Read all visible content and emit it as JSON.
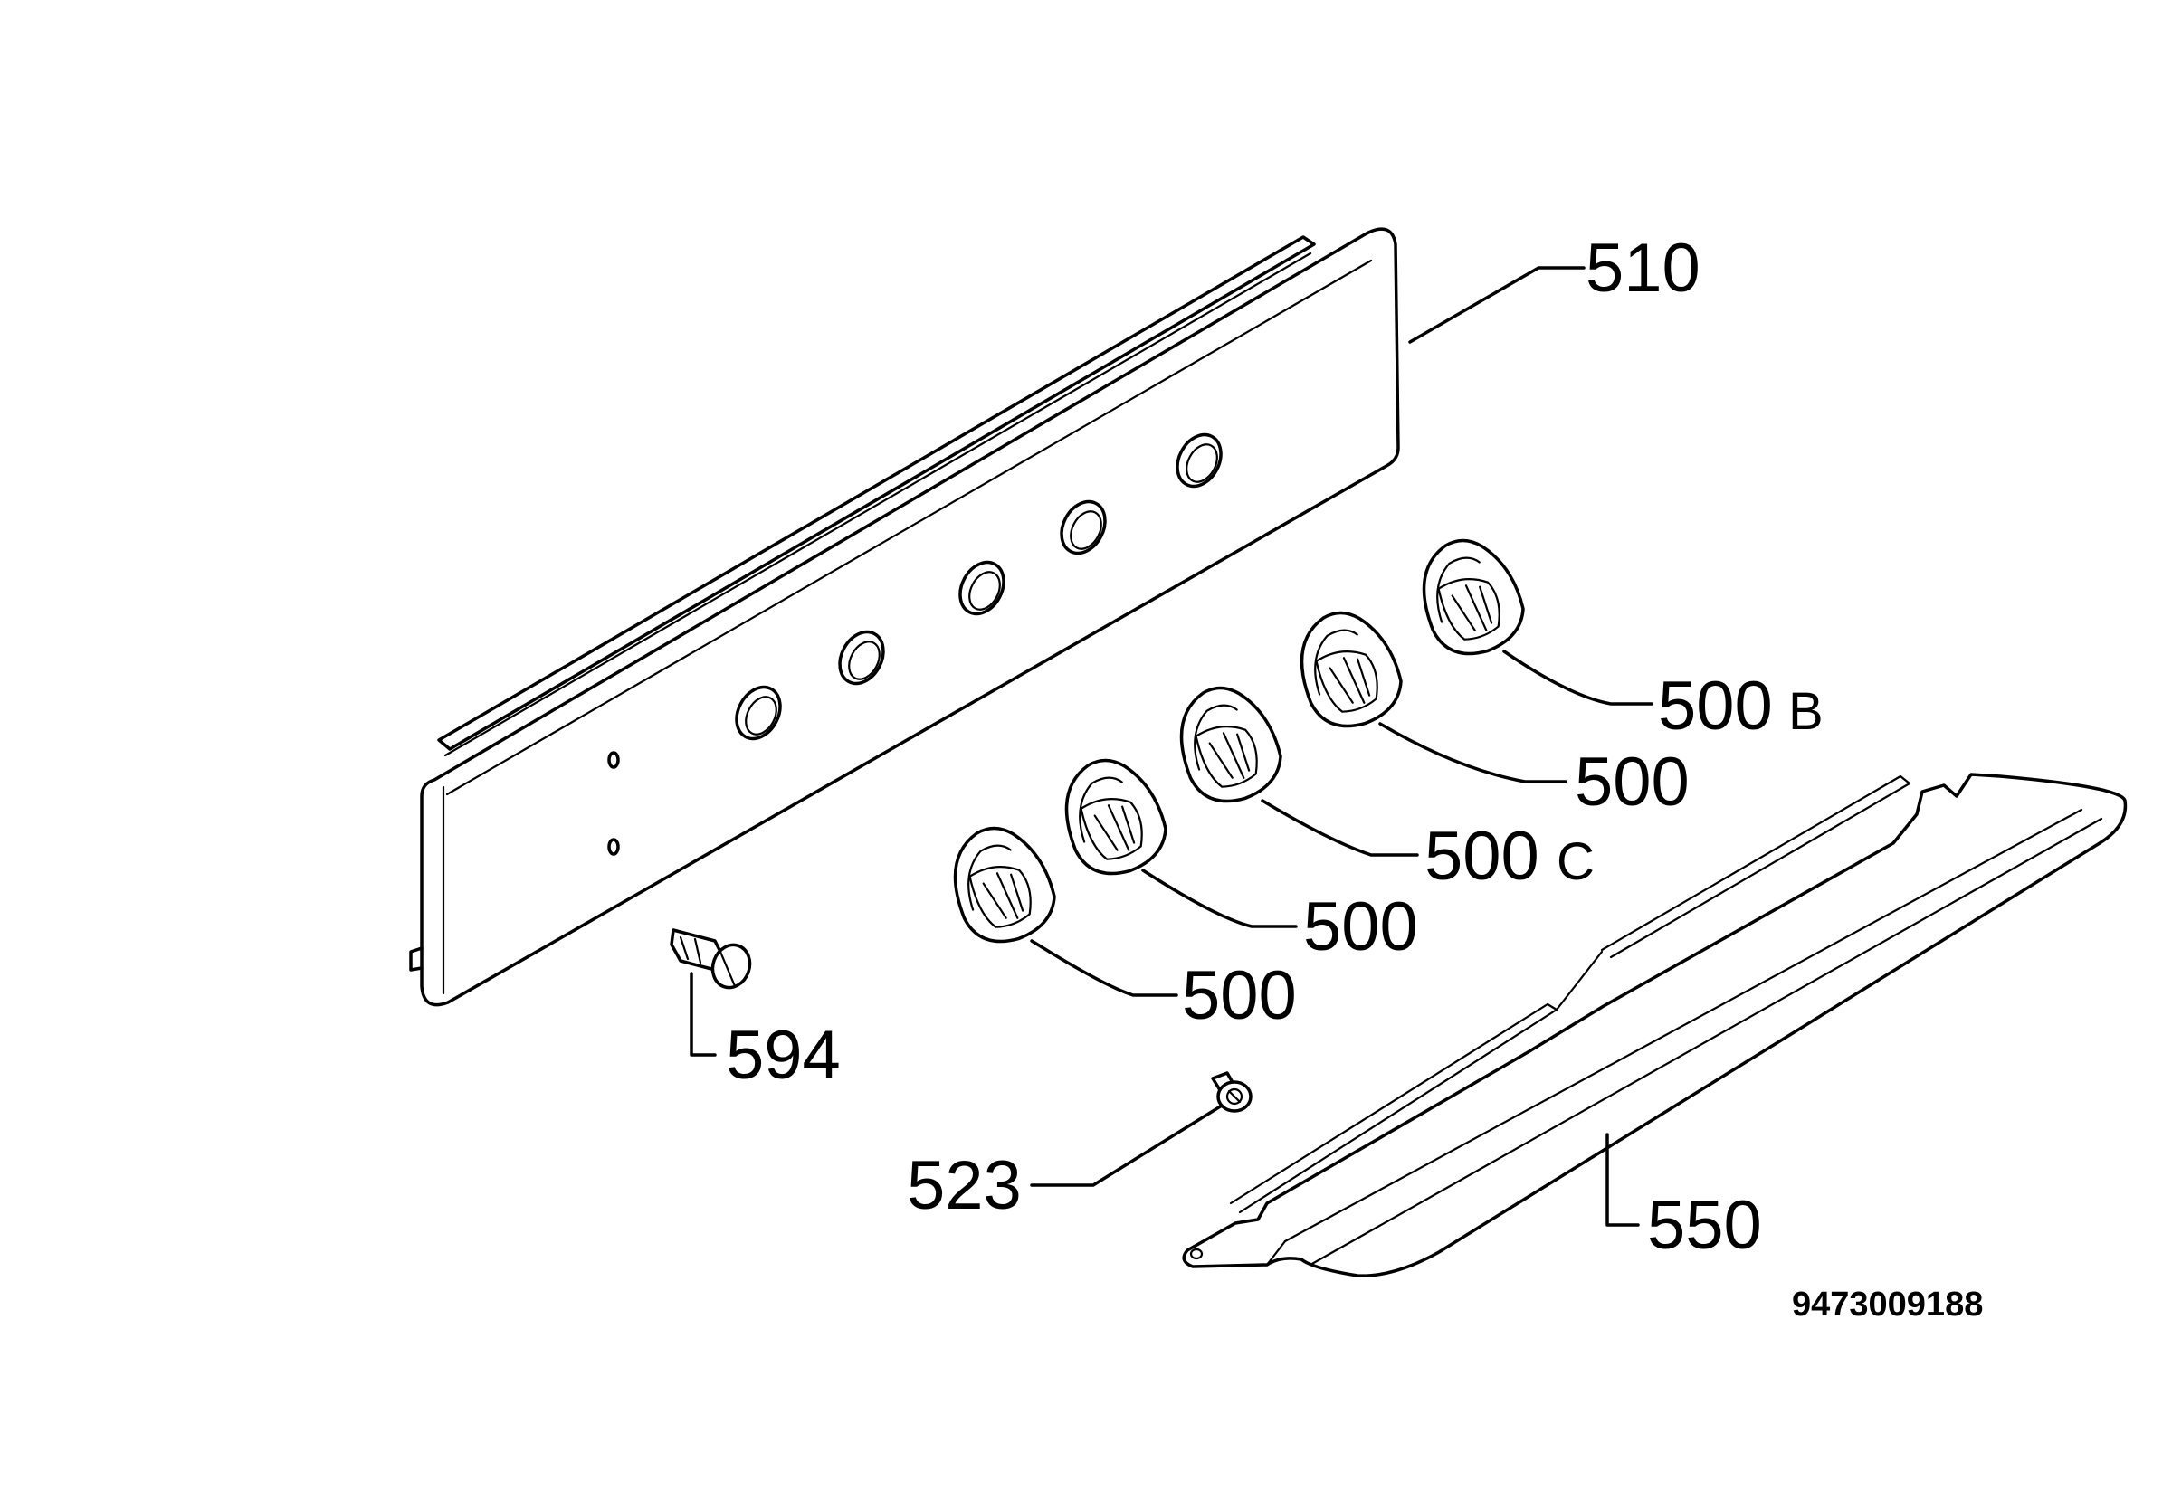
{
  "diagram": {
    "parts": {
      "p510": {
        "num": "510"
      },
      "p594": {
        "num": "594"
      },
      "p523": {
        "num": "523"
      },
      "p550": {
        "num": "550"
      },
      "k1": {
        "num": "500"
      },
      "k2": {
        "num": "500"
      },
      "k3": {
        "num": "500",
        "suffix": "C"
      },
      "k4": {
        "num": "500"
      },
      "k5": {
        "num": "500",
        "suffix": "B"
      }
    },
    "drawing_number": "9473009188"
  }
}
